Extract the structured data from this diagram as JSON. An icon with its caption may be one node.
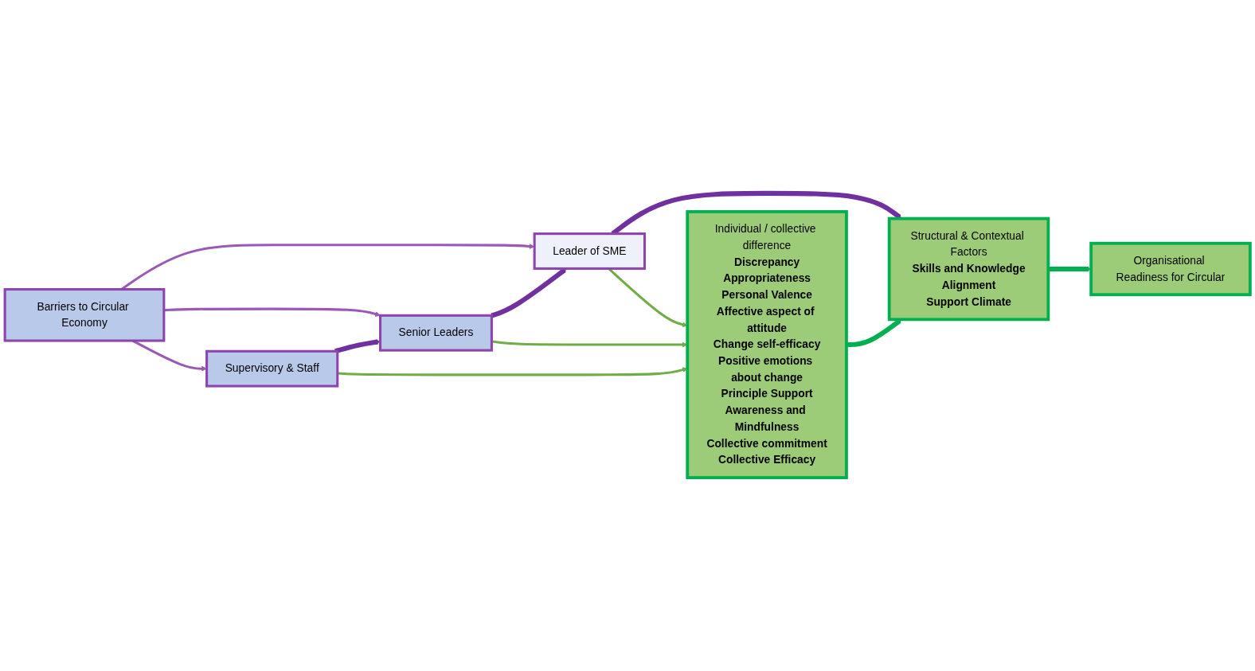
{
  "diagram": {
    "nodes": [
      {
        "text": [
          "Barriers to Circular Economy"
        ]
      },
      {
        "text": [
          "Leader of SME"
        ]
      },
      {
        "text": [
          "Senior Leaders"
        ]
      },
      {
        "text": [
          "Supervisory & Staff"
        ]
      },
      {
        "text": [
          "Individual / collective difference",
          "Discrepancy",
          "Appropriateness",
          "Personal Valence",
          "Affective aspect of attitude",
          "Change self-efficacy",
          "Positive emotions about change",
          "Principle Support",
          "Awareness and Mindfulness",
          "Collective commitment",
          "Collective Efficacy"
        ]
      },
      {
        "text": [
          "Structural & Contextual Factors",
          "Skills and Knowledge",
          "Alignment",
          "Support Climate"
        ]
      },
      {
        "text": [
          "Organisational Readiness for Circular"
        ]
      }
    ],
    "edges": [
      {
        "from": 0,
        "to": 1,
        "arrow": "to"
      },
      {
        "from": 0,
        "to": 2,
        "arrow": "to"
      },
      {
        "from": 0,
        "to": 3,
        "arrow": "to"
      },
      {
        "from": 2,
        "to": 1,
        "arrow": "to",
        "style": "thick",
        "color": "#7030a0"
      },
      {
        "from": 3,
        "to": 2,
        "arrow": "to",
        "style": "thick",
        "color": "#7030a0"
      },
      {
        "from": 1,
        "to": 4,
        "arrow": "to",
        "color": "#70ad47"
      },
      {
        "from": 2,
        "to": 4,
        "arrow": "to",
        "color": "#70ad47"
      },
      {
        "from": 3,
        "to": 4,
        "arrow": "to",
        "color": "#70ad47"
      },
      {
        "from": 1,
        "to": 5,
        "arrow": "to",
        "style": "thick",
        "color": "#7030a0"
      },
      {
        "from": 4,
        "to": 5,
        "arrow": "to",
        "style": "thick",
        "color": "#00b050"
      },
      {
        "from": 5,
        "to": 6,
        "arrow": "to",
        "style": "thick",
        "color": "#00b050"
      }
    ]
  }
}
